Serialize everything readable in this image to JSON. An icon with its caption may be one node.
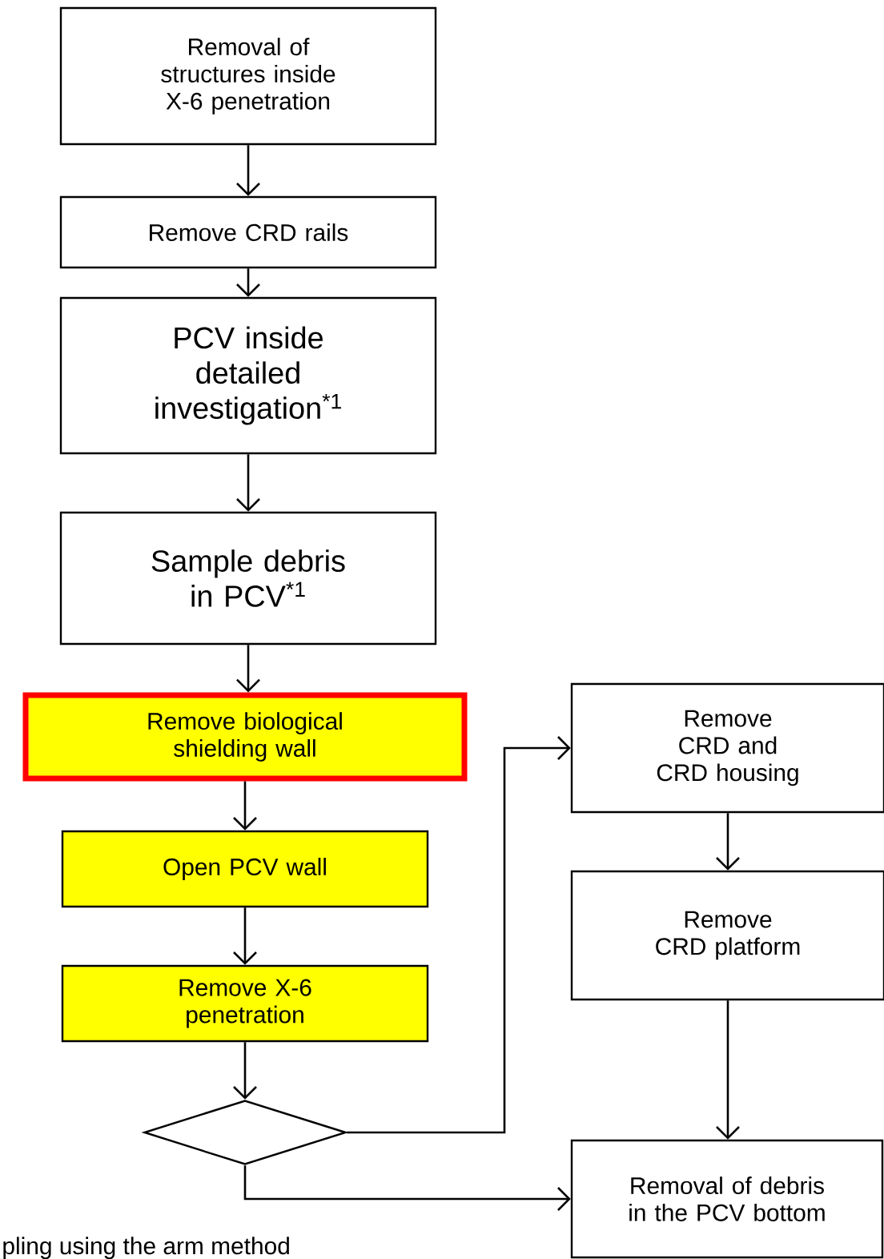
{
  "diagram": {
    "nodes": [
      {
        "text": [
          "Removal of structures inside X-6 penetration"
        ]
      },
      {
        "text": [
          "Remove CRD rails"
        ]
      },
      {
        "text": [
          "PCV inside detailed investigation$^{*1}$"
        ]
      },
      {
        "text": [
          "Sample debris in PCV$^{*1}$"
        ]
      },
      {
        "text": [
          "Remove biological shielding wall"
        ]
      },
      {
        "text": [
          "Open PCV wall"
        ]
      },
      {
        "text": [
          "Remove X-6 penetration"
        ]
      },
      {
        "text": [],
        "shape": "diamond"
      },
      {
        "text": [
          "Remove CRD and CRD housing"
        ]
      },
      {
        "text": [
          "Remove CRD platform"
        ]
      },
      {
        "text": [
          "Removal of debris in the PCV bottom"
        ]
      }
    ],
    "edges": [
      {
        "from": 0,
        "to": 1,
        "arrow": "to"
      },
      {
        "from": 1,
        "to": 2,
        "arrow": "to"
      },
      {
        "from": 2,
        "to": 3,
        "arrow": "to"
      },
      {
        "from": 3,
        "to": 4,
        "arrow": "to"
      },
      {
        "from": 4,
        "to": 5,
        "arrow": "to"
      },
      {
        "from": 5,
        "to": 6,
        "arrow": "to"
      },
      {
        "from": 6,
        "to": 7,
        "arrow": "to"
      },
      {
        "from": 7,
        "to": 8,
        "arrow": "to"
      },
      {
        "from": 8,
        "to": 9,
        "arrow": "to"
      },
      {
        "from": 9,
        "to": 10,
        "arrow": "to"
      },
      {
        "from": 7,
        "to": 10,
        "arrow": "to"
      }
    ],
    "labels": [
      "pling using the arm method"
    ]
  }
}
